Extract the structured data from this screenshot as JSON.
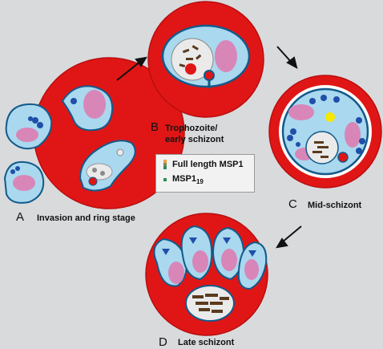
{
  "stages": {
    "a": {
      "letter": "A",
      "caption": "Invasion and ring stage"
    },
    "b": {
      "letter": "B",
      "caption_line1": "Trophozoite/",
      "caption_line2": "early schizont"
    },
    "c": {
      "letter": "C",
      "caption": "Mid-schizont"
    },
    "d": {
      "letter": "D",
      "caption": "Late schizont"
    }
  },
  "legend": {
    "full_length": "Full length MSP1",
    "msp119_base": "MSP1",
    "msp119_sub": "19"
  },
  "colors": {
    "background": "#d9dadc",
    "host_cell": "#e01616",
    "parasite": "#a9d8ef",
    "parasite_outline": "#135a8a",
    "nucleus": "#d886b8",
    "vacuole": "#eaeaea",
    "rhoptry": "#1f4fa8",
    "msp1_full_tip": "#f0a040",
    "msp1_full_base": "#7a8b5a",
    "msp119": "#2e8b57",
    "hemozoin": "#5a3a1e",
    "yellow_body": "#f5e800"
  },
  "icons": [
    "arrow-icon",
    "msp1-full-length-icon",
    "msp1-19-icon"
  ]
}
